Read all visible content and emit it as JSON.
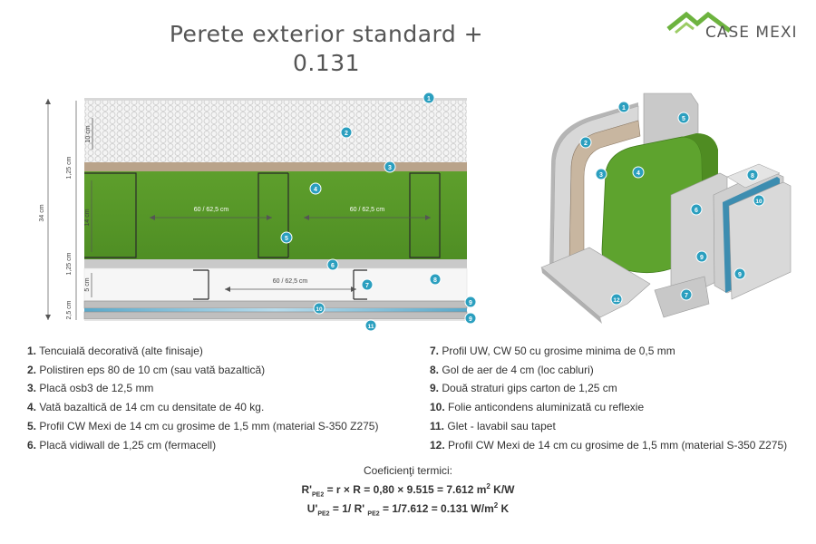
{
  "title": "Perete exterior standard + 0.131",
  "logo": {
    "text": "CASE MEXI"
  },
  "section": {
    "dims": {
      "total": "34 cm",
      "eps": "10 cm",
      "osb": "1,25 cm",
      "wool": "14 cm",
      "vidiwall": "1,25 cm",
      "air": "5 cm",
      "gips": "2,5 cm"
    },
    "spacing": {
      "wool_left": "60 / 62,5 cm",
      "wool_right": "60 / 62,5 cm",
      "air": "60 / 62,5 cm"
    }
  },
  "markers": [
    "1",
    "2",
    "3",
    "4",
    "5",
    "6",
    "7",
    "8",
    "9",
    "10",
    "11",
    "12"
  ],
  "legend": {
    "left": [
      {
        "num": "1.",
        "text": "Tencuială decorativă (alte finisaje)"
      },
      {
        "num": "2.",
        "text": "Polistiren eps 80 de 10 cm (sau vată bazaltică)"
      },
      {
        "num": "3.",
        "text": "Placă osb3 de 12,5 mm"
      },
      {
        "num": "4.",
        "text": "Vată bazaltică de 14 cm cu densitate de 40 kg."
      },
      {
        "num": "5.",
        "text": "Profil CW Mexi de 14 cm cu grosime de 1,5 mm (material S-350 Z275)"
      },
      {
        "num": "6.",
        "text": "Placă vidiwall de 1,25 cm (fermacell)"
      }
    ],
    "right": [
      {
        "num": "7.",
        "text": "Profil UW, CW 50 cu grosime minima de 0,5 mm"
      },
      {
        "num": "8.",
        "text": "Gol de aer de 4 cm (loc cabluri)"
      },
      {
        "num": "9.",
        "text": "Două straturi gips carton de 1,25 cm"
      },
      {
        "num": "10.",
        "text": "Folie anticondens aluminizată cu reflexie"
      },
      {
        "num": "11.",
        "text": "Glet - lavabil sau tapet"
      },
      {
        "num": "12.",
        "text": "Profil CW Mexi de 14 cm cu grosime de 1,5 mm (material S-350 Z275)"
      }
    ]
  },
  "coefficients": {
    "title": "Coeficienţi termici:",
    "r_label": "R'",
    "r_sub": "PE2",
    "r_rest": " = r × R = 0,80 × 9.515 = 7.612 m",
    "r_unit": " K/W",
    "u_label": "U'",
    "u_sub": "PE2",
    "u_mid": " = 1/ R' ",
    "u_sub2": "PE2",
    "u_rest": " = 1/7.612 = 0.131 W/m",
    "u_unit": " K",
    "sq": "2"
  },
  "colors": {
    "marker": "#2b9fbf",
    "wool": "#5b9a2b",
    "osb": "#b8a288",
    "vidiwall": "#c8c8c8",
    "foil": "#8cc4d8"
  }
}
